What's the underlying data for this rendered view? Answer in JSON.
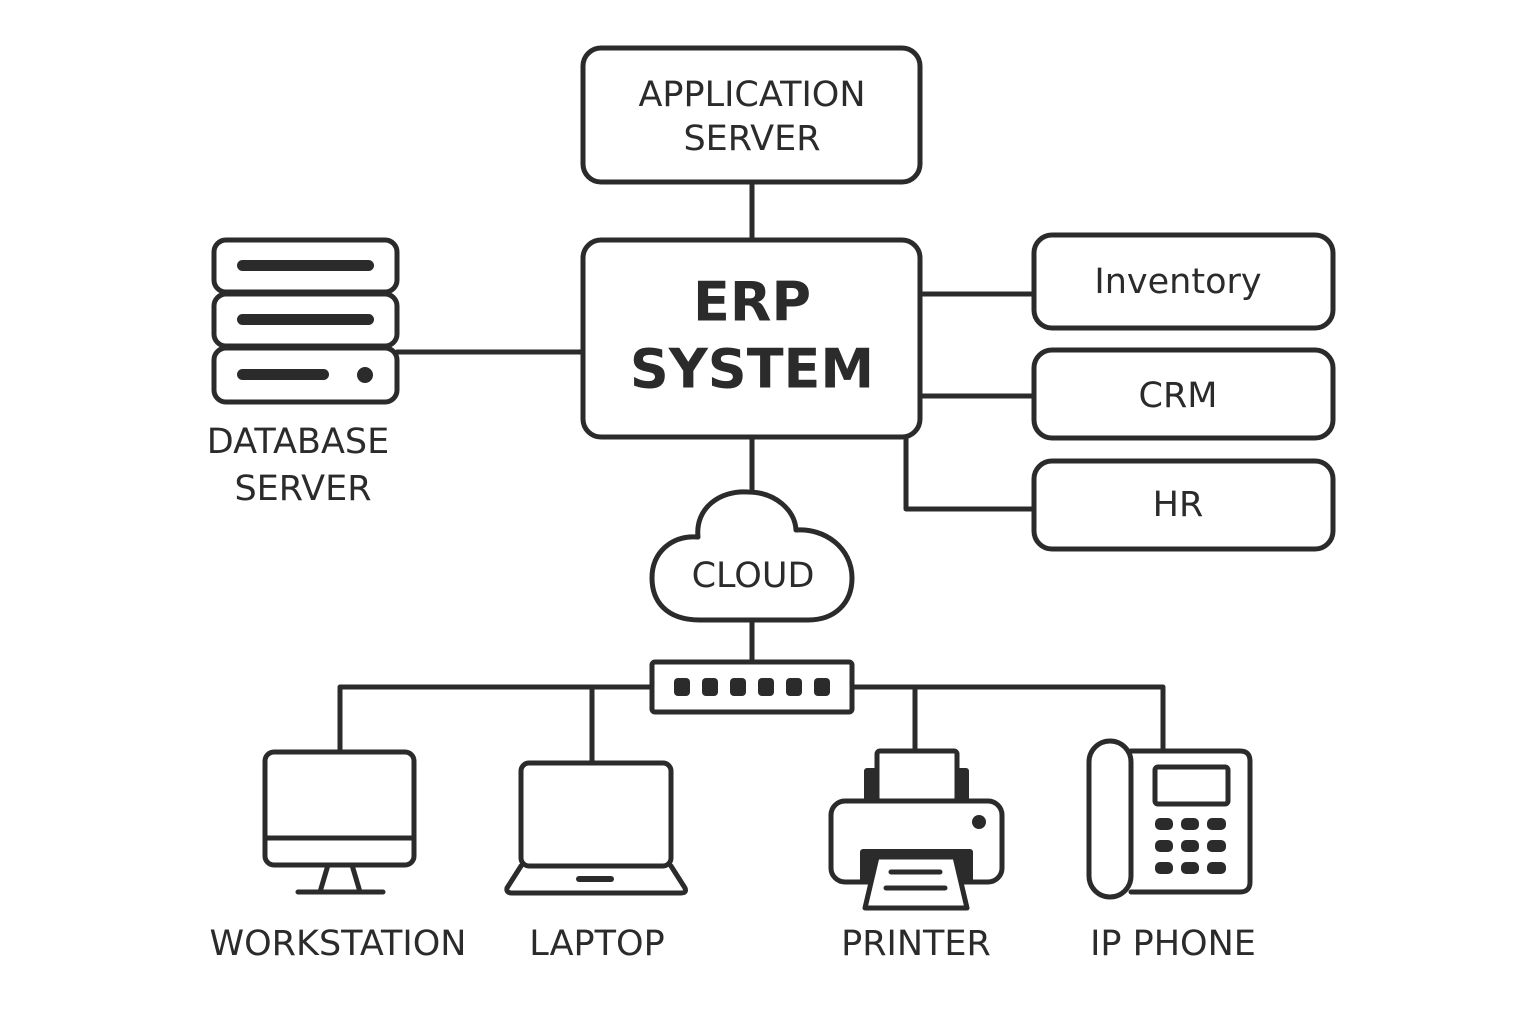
{
  "nodes": {
    "application_server": [
      "APPLICATION",
      "SERVER"
    ],
    "erp_system": [
      "ERP",
      "SYSTEM"
    ],
    "database_server": [
      "DATABASE",
      "SERVER"
    ],
    "inventory": "Inventory",
    "crm": "CRM",
    "hr": "HR",
    "cloud": "CLOUD",
    "workstation": "WORKSTATION",
    "laptop": "LAPTOP",
    "printer": "PRINTER",
    "ip_phone": "IP PHONE"
  },
  "colors": {
    "stroke": "#2b2b2b",
    "background": "#ffffff"
  }
}
